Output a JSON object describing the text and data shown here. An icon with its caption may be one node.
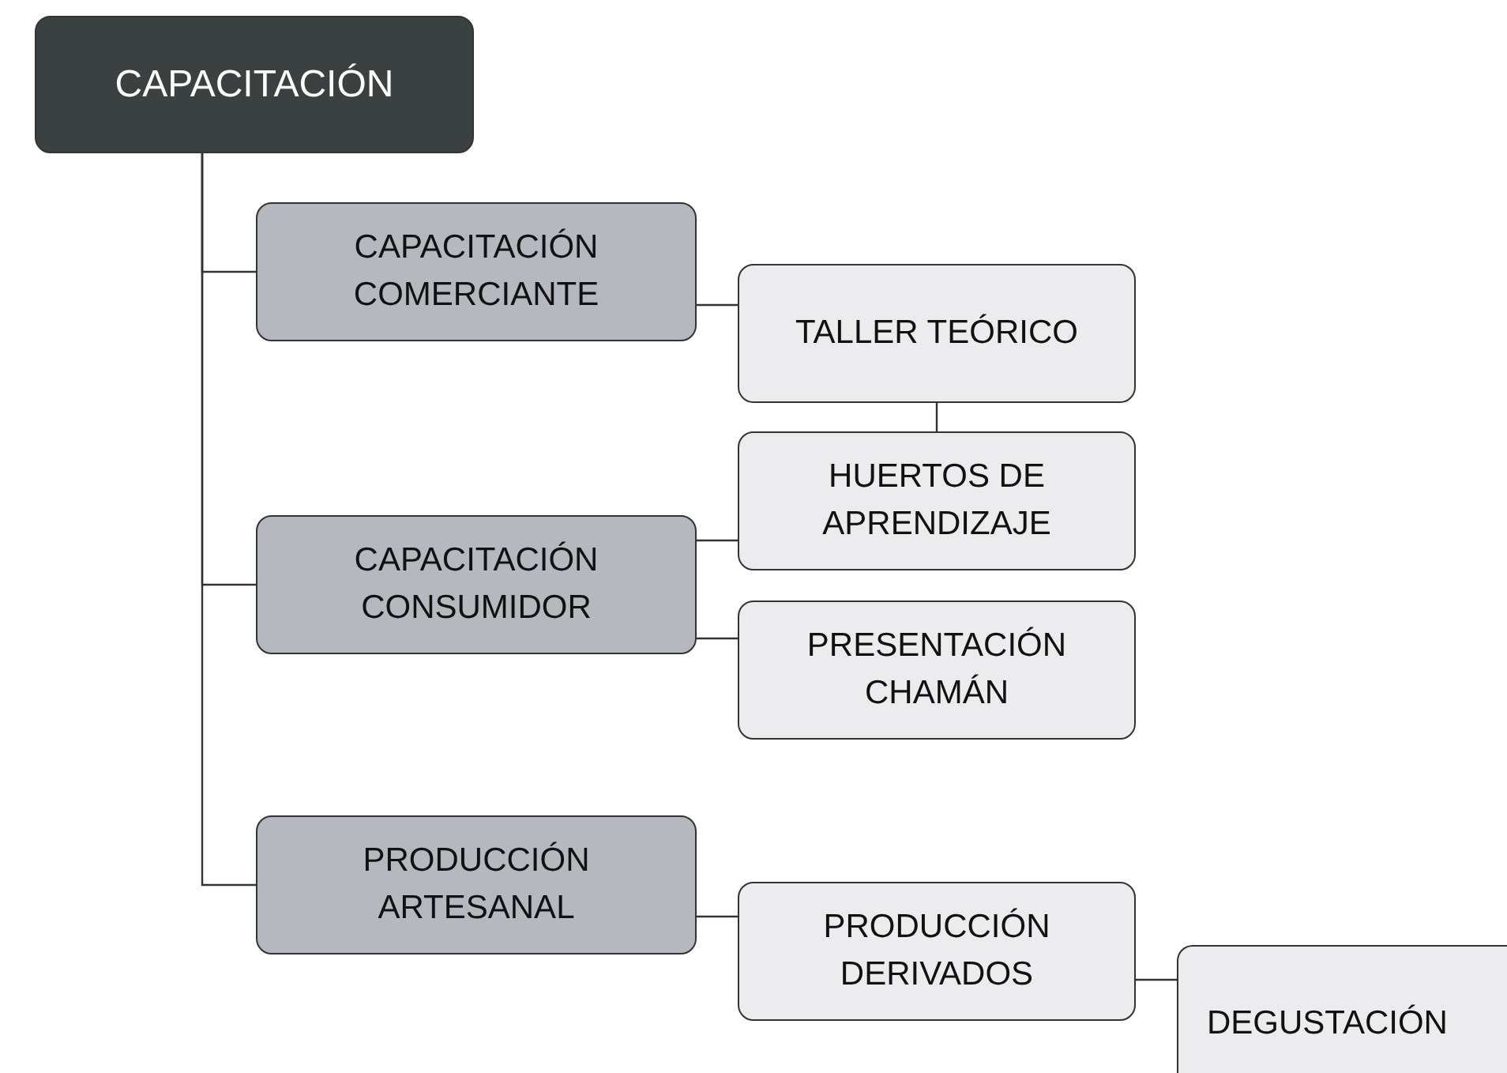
{
  "diagram": {
    "nodes": [
      {
        "text": [
          "CAPACITACIÓN"
        ]
      },
      {
        "text": [
          "CAPACITACIÓN COMERCIANTE"
        ]
      },
      {
        "text": [
          "TALLER TEÓRICO"
        ]
      },
      {
        "text": [
          "HUERTOS DE APRENDIZAJE"
        ]
      },
      {
        "text": [
          "CAPACITACIÓN CONSUMIDOR"
        ]
      },
      {
        "text": [
          "PRESENTACIÓN CHAMÁN"
        ]
      },
      {
        "text": [
          "PRODUCCIÓN ARTESANAL"
        ]
      },
      {
        "text": [
          "PRODUCCIÓN DERIVADOS"
        ]
      },
      {
        "text": [
          "DEGUSTACIÓN"
        ]
      }
    ],
    "edges": [
      {
        "from": 0,
        "to": 1,
        "arrow": "none"
      },
      {
        "from": 0,
        "to": 4,
        "arrow": "none"
      },
      {
        "from": 0,
        "to": 6,
        "arrow": "none"
      },
      {
        "from": 1,
        "to": 2,
        "arrow": "none"
      },
      {
        "from": 2,
        "to": 3,
        "arrow": "none"
      },
      {
        "from": 4,
        "to": 3,
        "arrow": "none"
      },
      {
        "from": 4,
        "to": 5,
        "arrow": "none"
      },
      {
        "from": 6,
        "to": 7,
        "arrow": "none"
      },
      {
        "from": 7,
        "to": 8,
        "arrow": "none"
      }
    ]
  }
}
